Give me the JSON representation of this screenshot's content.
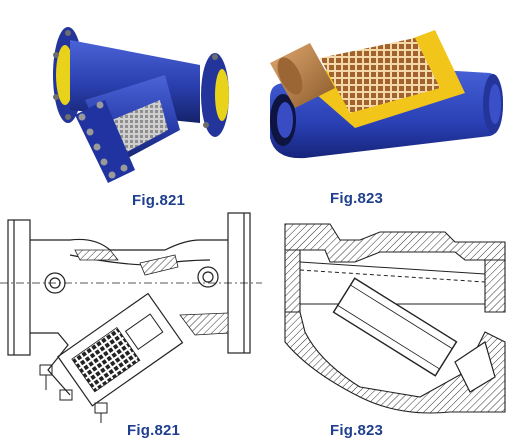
{
  "figures": {
    "top_left": {
      "caption": "Fig.821"
    },
    "top_right": {
      "caption": "Fig.823"
    },
    "bottom_left": {
      "caption": "Fig.821"
    },
    "bottom_right": {
      "caption": "Fig.823"
    }
  },
  "colors": {
    "caption": "#1f3f8f",
    "valve_body": "#2a3fae",
    "flange_face": "#e8d21a",
    "bronze": "#b8804a",
    "yellow": "#f1c51a",
    "drawing_line": "#222222"
  }
}
